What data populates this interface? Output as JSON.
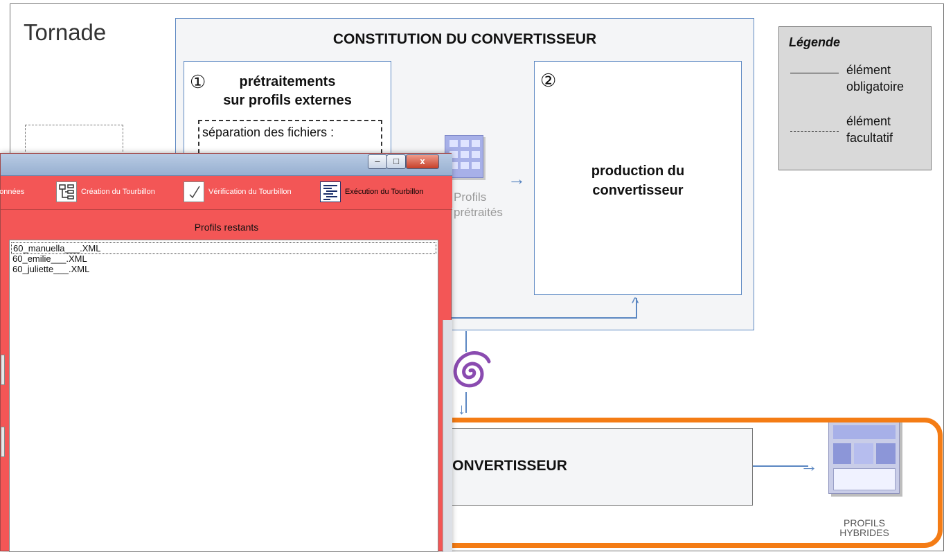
{
  "slide": {
    "title": "Tornade",
    "constitution_title": "CONSTITUTION DU CONVERTISSEUR",
    "box1": {
      "number": "①",
      "title_line1": "prétraitements",
      "title_line2": "sur profils externes",
      "separation_label": "séparation des fichiers :"
    },
    "profils_label_line1": "Profils",
    "profils_label_line2": "prétraités",
    "box2": {
      "number": "②",
      "text_line1": "production du",
      "text_line2": "convertisseur"
    },
    "bottom_box_text": "CONVERTISSEUR",
    "hybrid_label_line1": "PROFILS",
    "hybrid_label_line2": "HYBRIDES",
    "legend": {
      "title": "Légende",
      "solid_line1": "élément",
      "solid_line2": "obligatoire",
      "dashed_line1": "élément",
      "dashed_line2": "facultatif"
    },
    "colors": {
      "accent_blue": "#5b87c2",
      "highlight_orange": "#f47c15",
      "legend_bg": "#d9d9d9"
    }
  },
  "app": {
    "window_controls": {
      "minimize": "–",
      "maximize": "□",
      "close": "x"
    },
    "toolbar": [
      {
        "label": "données",
        "icon": "data-icon"
      },
      {
        "label": "Création du Tourbillon",
        "icon": "creation-tree-icon"
      },
      {
        "label": "Vérification du Tourbillon",
        "icon": "checkmark-icon"
      },
      {
        "label": "Exécution du Tourbillon",
        "icon": "execution-list-icon"
      }
    ],
    "list_header": "Profils restants",
    "list_items": [
      "60_manuella___.XML",
      "60_emilie___.XML",
      "60_juliette___.XML"
    ],
    "colors": {
      "background": "#f35656",
      "list_bg": "#ffffff"
    }
  }
}
